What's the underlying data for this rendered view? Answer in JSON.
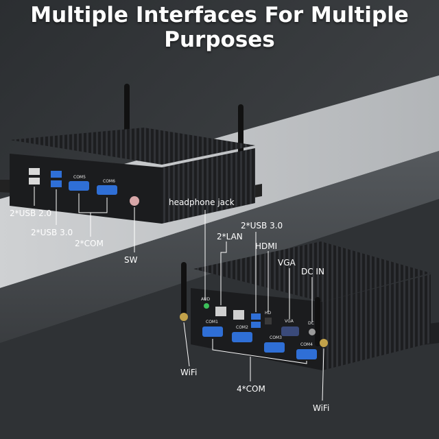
{
  "title": {
    "line1": "Multiple Interfaces For Multiple",
    "line2": "Purposes"
  },
  "top_unit_labels": {
    "usb2": "2*USB 2.0",
    "usb3": "2*USB 3.0",
    "com": "2*COM",
    "sw": "SW"
  },
  "top_unit_ports": {
    "com5": "COM5",
    "com6": "COM6"
  },
  "bottom_unit_labels": {
    "headphone": "headphone jack",
    "usb3": "2*USB 3.0",
    "lan": "2*LAN",
    "hdmi": "HDMI",
    "vga": "VGA",
    "dc_in": "DC IN",
    "wifi_left": "WiFi",
    "wifi_right": "WiFi",
    "com": "4*COM"
  },
  "bottom_unit_ports": {
    "com1": "COM1",
    "com2": "COM2",
    "com3": "COM3",
    "com4": "COM4",
    "aud": "AUD",
    "hd": "HD",
    "vga": "VGA",
    "dc": "DC"
  },
  "colors": {
    "background": "#3a3d40",
    "chassis": "#17181a",
    "usb3_blue": "#2f6fd6",
    "text": "#ffffff",
    "leader_line": "#ffffff"
  }
}
